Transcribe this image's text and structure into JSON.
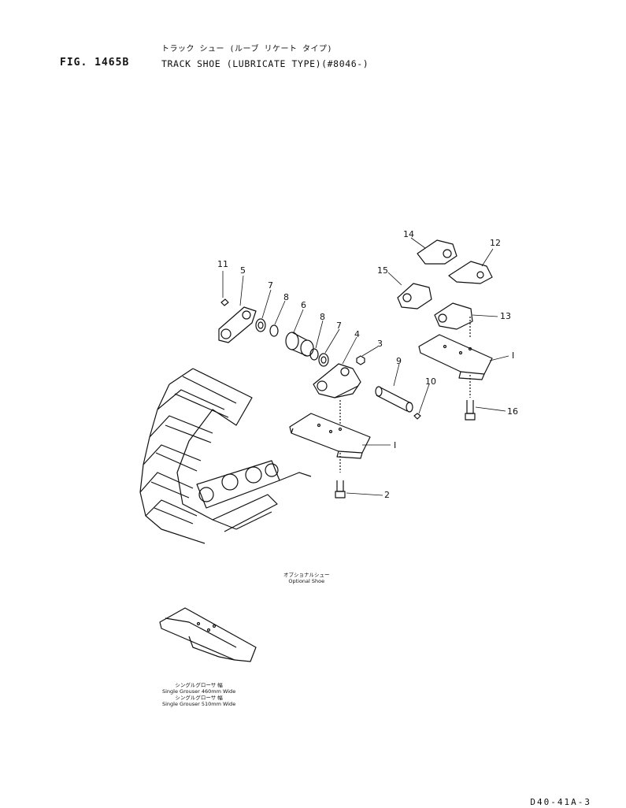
{
  "header": {
    "figure_no": "FIG. 1465B",
    "title_jp": "トラック シュー (ルーブ リケート タイプ)",
    "title_en": "TRACK SHOE (LUBRICATE TYPE)(#8046-)"
  },
  "parts": {
    "p1": "1",
    "p2": "2",
    "p3": "3",
    "p4": "4",
    "p5": "5",
    "p6": "6",
    "p7": "7",
    "p8": "8",
    "p9": "9",
    "p10": "10",
    "p11": "11",
    "p12": "12",
    "p13": "13",
    "p14": "14",
    "p15": "15",
    "p16": "16"
  },
  "optional_shoe": {
    "label_jp": "オプショナルシュー",
    "label_en": "Optional Shoe",
    "variants": [
      {
        "jp": "シングルグローサ 幅",
        "en": "Single Grouser 460mm Wide"
      },
      {
        "jp": "シングルグローサ 幅",
        "en": "Single Grouser 510mm Wide"
      }
    ]
  },
  "footer": {
    "drawing_code": "D40-41A-3"
  }
}
